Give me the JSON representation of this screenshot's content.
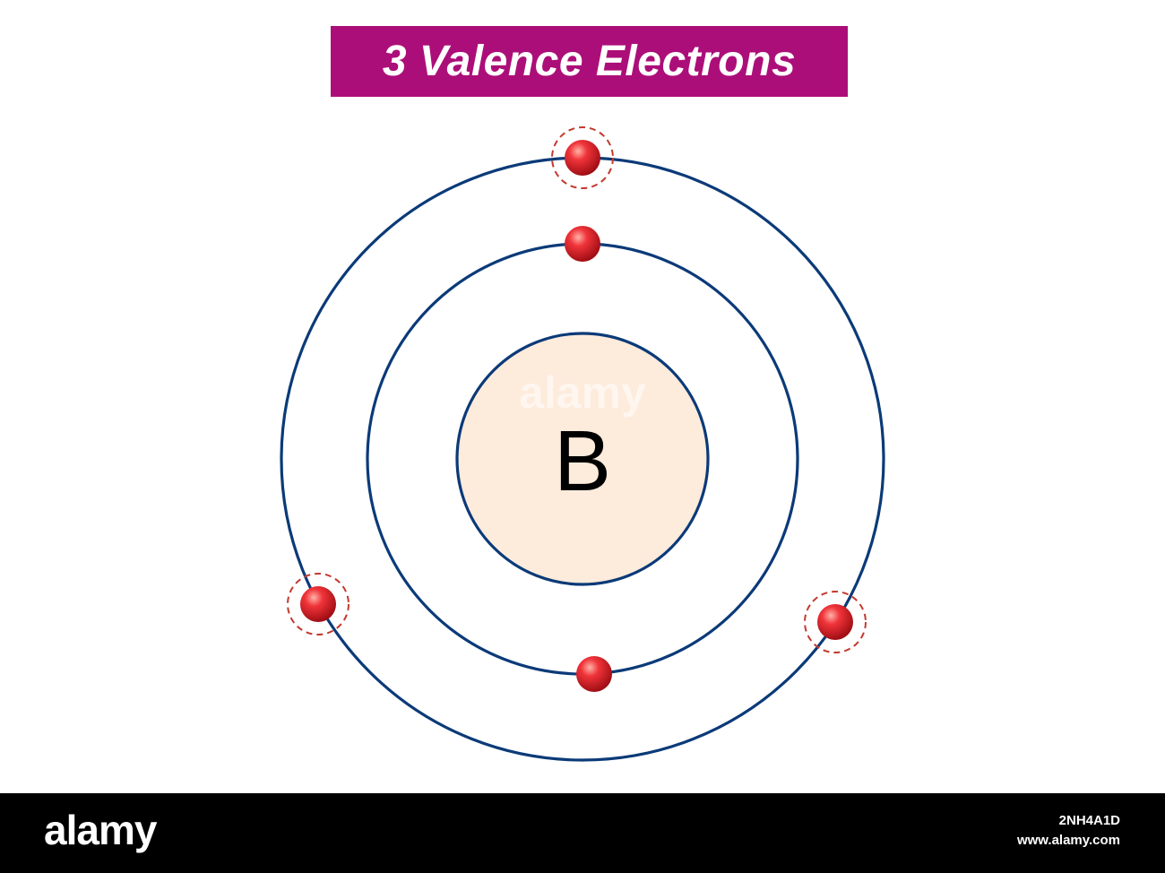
{
  "title": "3 Valence Electrons",
  "element_symbol": "B",
  "colors": {
    "title_background": "#ac0e79",
    "title_text": "#ffffff",
    "orbit_stroke": "#0b3a78",
    "nucleus_fill": "#fdebdc",
    "electron": "#e0242b",
    "valence_highlight": "#c23a2e",
    "footer_background": "#000000"
  },
  "shells": [
    {
      "name": "shell-1",
      "electrons": 2,
      "valence": false
    },
    {
      "name": "shell-2",
      "electrons": 3,
      "valence": true
    }
  ],
  "watermark": "alamy",
  "footer": {
    "logo": "alamy",
    "image_id": "2NH4A1D",
    "site": "www.alamy.com"
  }
}
